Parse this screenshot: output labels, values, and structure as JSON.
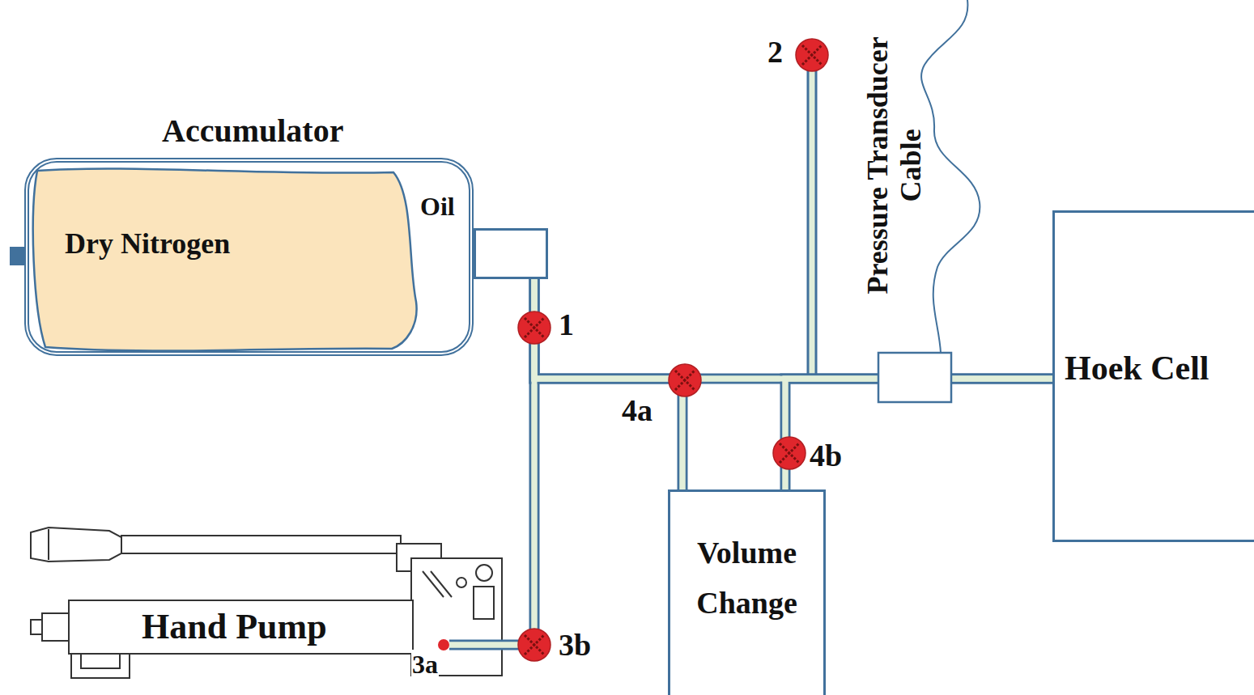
{
  "diagram": {
    "nodes": [
      {
        "text": [
          "Accumulator",
          "Oil"
        ]
      },
      {
        "text": [
          "Dry Nitrogen"
        ],
        "in": 0
      },
      {
        "text": [
          "Hand Pump"
        ]
      },
      {
        "text": [
          "Volume Change"
        ]
      },
      {
        "text": [
          "Hoek Cell"
        ]
      }
    ],
    "edges": [
      {
        "from": 0,
        "to": 2,
        "arrow": "none"
      },
      {
        "from": 0,
        "to": 4,
        "arrow": "none"
      },
      {
        "from": 0,
        "to": 3,
        "arrow": "none"
      },
      {
        "from": 3,
        "to": 4,
        "arrow": "none"
      }
    ],
    "labels": [
      "Pressure Transducer Cable",
      "1",
      "2",
      "3a",
      "3b",
      "4a",
      "4b"
    ]
  }
}
